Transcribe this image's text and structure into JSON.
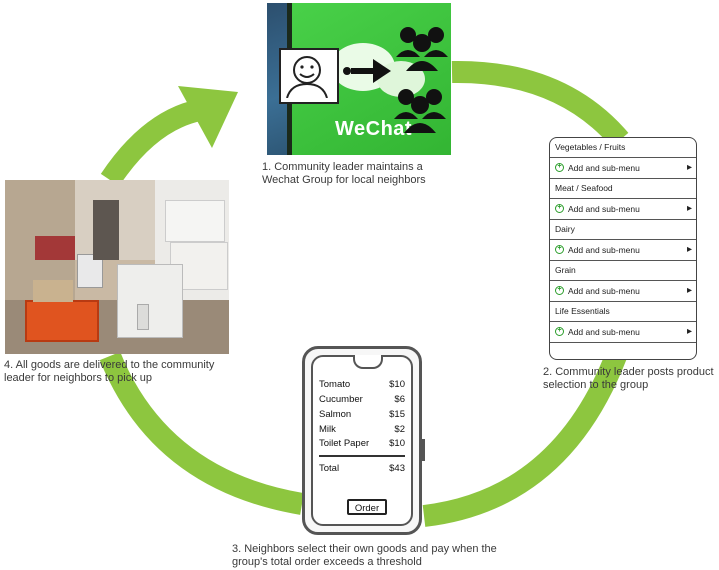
{
  "captions": {
    "step1": "1.  Community leader maintains a Wechat Group for local neighbors",
    "step2": "2. Community leader posts product selection to the group",
    "step3": "3. Neighbors select their own goods and pay when the group's total order exceeds a threshold",
    "step4": "4. All goods are delivered to the community leader for neighbors to pick up"
  },
  "wechat_panel": {
    "brand": "WeChat"
  },
  "menu_panel": {
    "categories": [
      {
        "name": "Vegetables / Fruits",
        "action": "Add and sub-menu"
      },
      {
        "name": "Meat / Seafood",
        "action": "Add and sub-menu"
      },
      {
        "name": "Dairy",
        "action": "Add and sub-menu"
      },
      {
        "name": "Grain",
        "action": "Add and sub-menu"
      },
      {
        "name": "Life Essentials",
        "action": "Add and sub-menu"
      }
    ]
  },
  "order_panel": {
    "items": [
      {
        "name": "Tomato",
        "price": "$10"
      },
      {
        "name": "Cucumber",
        "price": "$6"
      },
      {
        "name": "Salmon",
        "price": "$15"
      },
      {
        "name": "Milk",
        "price": "$2"
      },
      {
        "name": "Toilet Paper",
        "price": "$10"
      }
    ],
    "total_label": "Total",
    "total_value": "$43",
    "button_label": "Order"
  },
  "colors": {
    "cycle_arrow": "#8dc63f",
    "wechat_green": "#3fc63f"
  }
}
